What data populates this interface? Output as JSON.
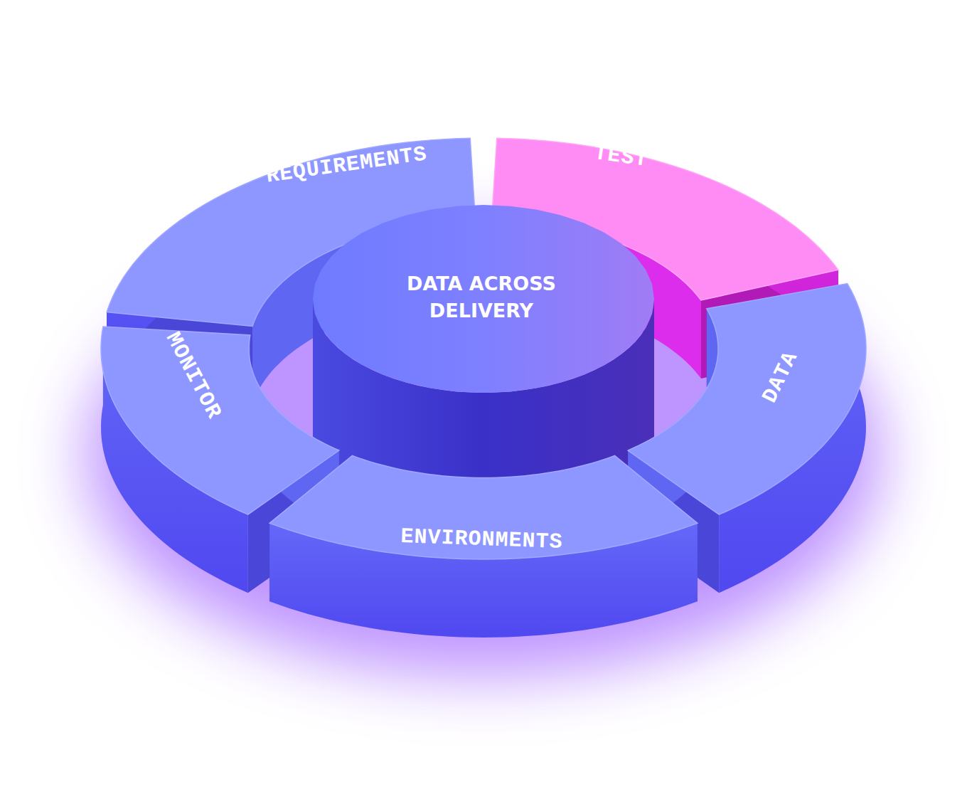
{
  "diagram": {
    "nodes": [
      {
        "text": [
          "REQUIREMENTS"
        ]
      },
      {
        "text": [
          "TEST"
        ]
      },
      {
        "text": [
          "MONITOR"
        ]
      },
      {
        "text": [
          "DATA ACROSS DELIVERY"
        ]
      },
      {
        "text": [
          "DATA"
        ]
      },
      {
        "text": [
          "ENVIRONMENTS"
        ]
      }
    ]
  }
}
